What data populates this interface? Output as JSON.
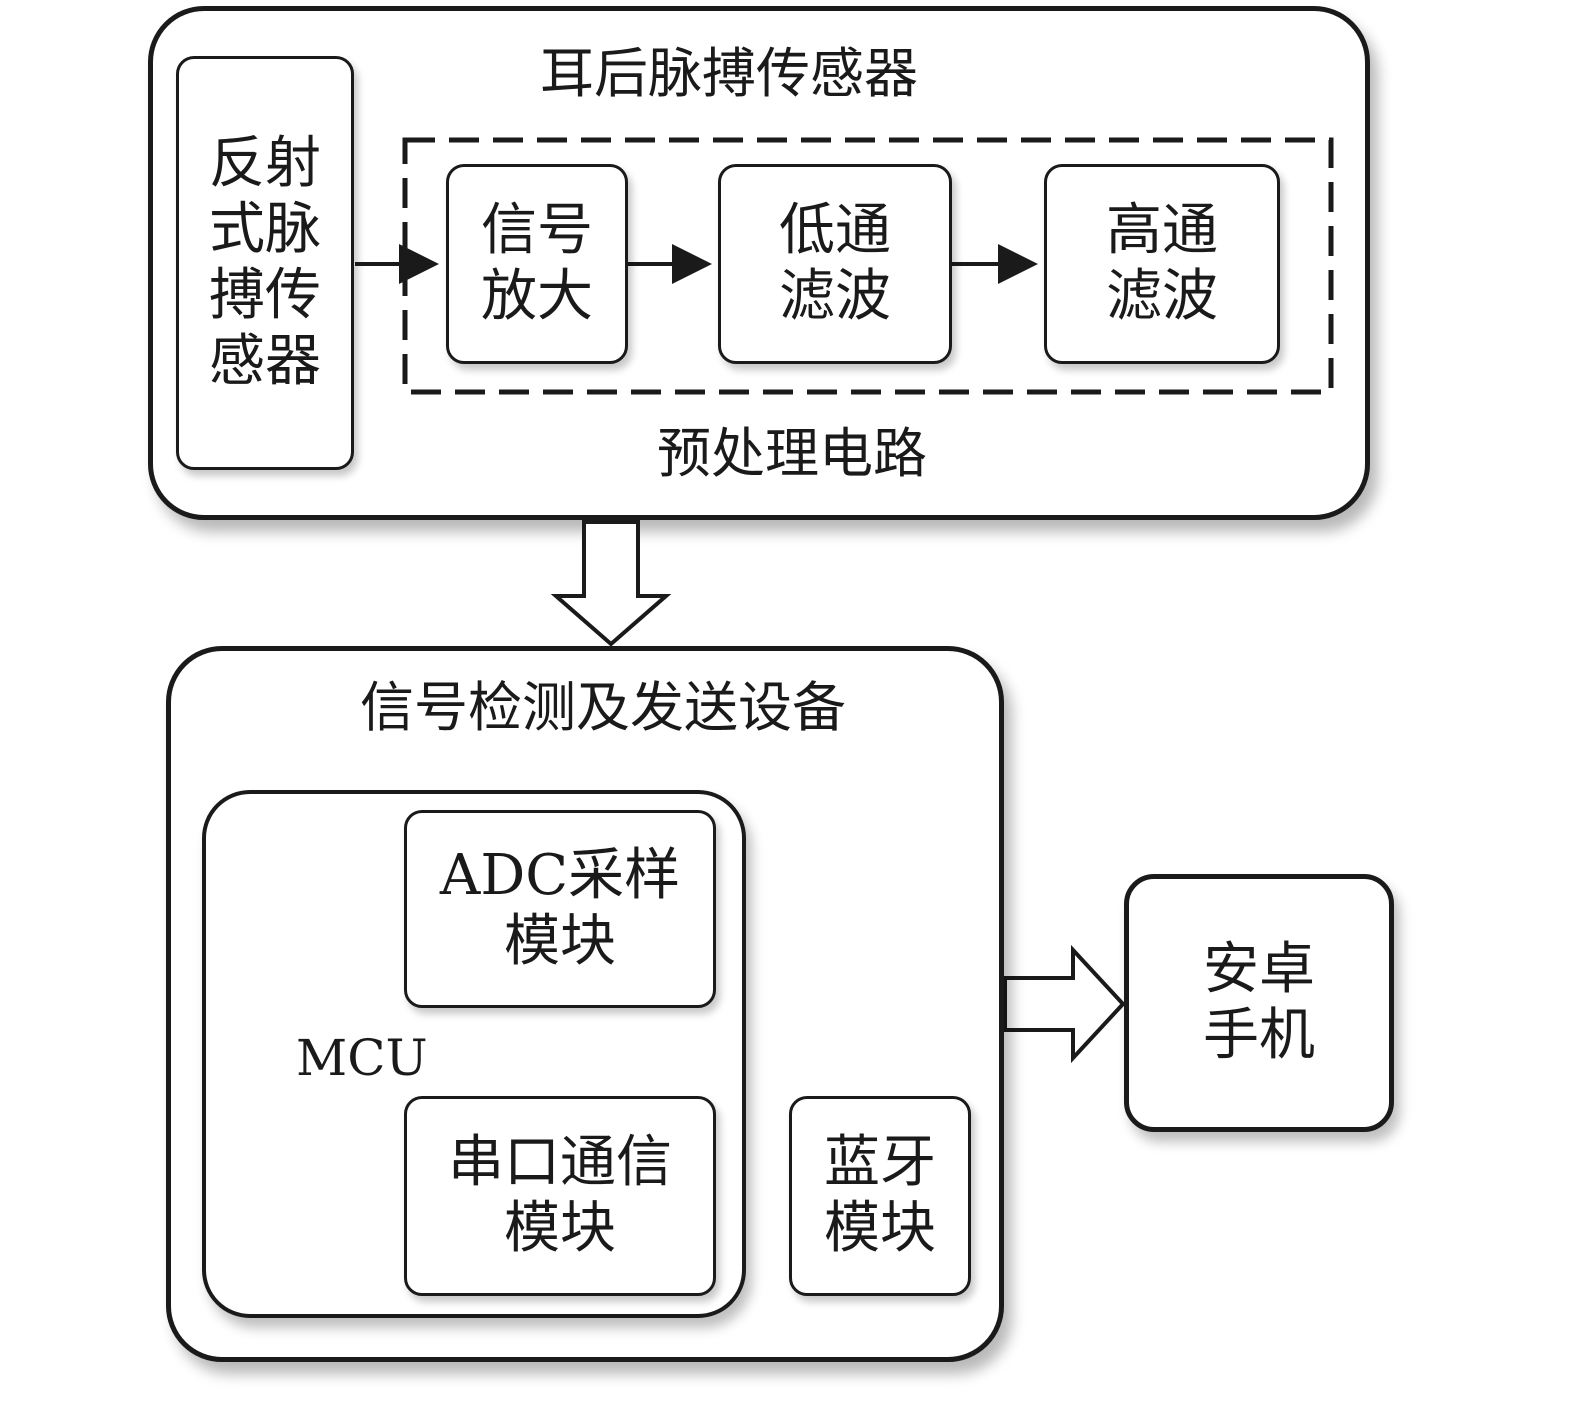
{
  "sensor_group": {
    "title": "耳后脉搏传感器",
    "reflective_sensor_label": "反射\n式脉\n搏传\n感器",
    "preprocess_title": "预处理电路",
    "signal_amp_label": "信号\n放大",
    "lowpass_label": "低通\n滤波",
    "highpass_label": "高通\n滤波"
  },
  "detection_group": {
    "title": "信号检测及发送设备",
    "mcu_label": "MCU",
    "adc_label": "ADC采样\n模块",
    "uart_label": "串口通信\n模块",
    "bluetooth_label": "蓝牙\n模块"
  },
  "phone": {
    "label": "安卓\n手机"
  }
}
